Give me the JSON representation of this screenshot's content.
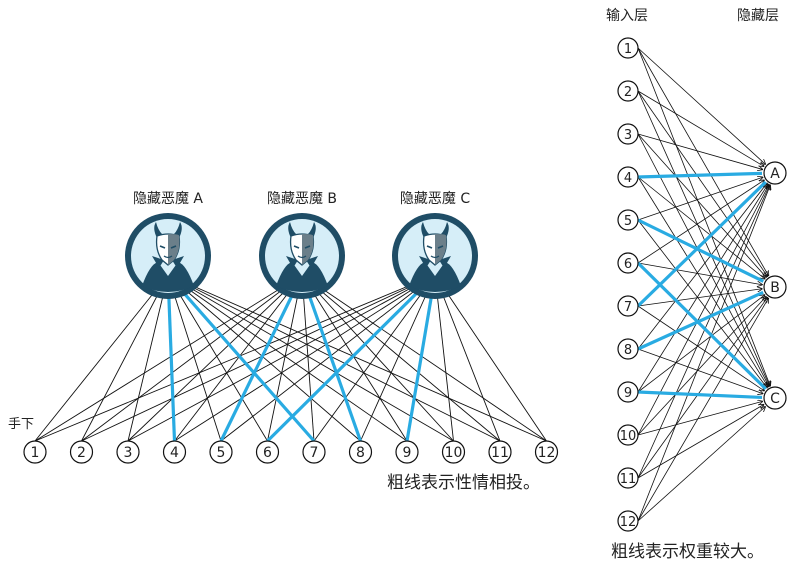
{
  "left_diagram": {
    "demon_labels": [
      "隐藏恶魔 A",
      "隐藏恶魔 B",
      "隐藏恶魔 C"
    ],
    "minion_label": "手下",
    "minion_nodes": [
      "1",
      "2",
      "3",
      "4",
      "5",
      "6",
      "7",
      "8",
      "9",
      "10",
      "11",
      "12"
    ],
    "caption": "粗线表示性情相投。",
    "thick_links": [
      {
        "demon": "A",
        "node": "4"
      },
      {
        "demon": "A",
        "node": "7"
      },
      {
        "demon": "B",
        "node": "5"
      },
      {
        "demon": "B",
        "node": "8"
      },
      {
        "demon": "C",
        "node": "6"
      },
      {
        "demon": "C",
        "node": "9"
      }
    ]
  },
  "right_diagram": {
    "input_layer_label": "输入层",
    "hidden_layer_label": "隐藏层",
    "input_nodes": [
      "1",
      "2",
      "3",
      "4",
      "5",
      "6",
      "7",
      "8",
      "9",
      "10",
      "11",
      "12"
    ],
    "hidden_nodes": [
      "A",
      "B",
      "C"
    ],
    "caption": "粗线表示权重较大。",
    "thick_links": [
      {
        "from": "4",
        "to": "A"
      },
      {
        "from": "7",
        "to": "A"
      },
      {
        "from": "5",
        "to": "B"
      },
      {
        "from": "8",
        "to": "B"
      },
      {
        "from": "6",
        "to": "C"
      },
      {
        "from": "9",
        "to": "C"
      }
    ]
  },
  "colors": {
    "thick_line": "#29abe2",
    "thin_line": "#111111",
    "demon_ring": "#1f4d66",
    "demon_bg": "#d6eef8"
  }
}
